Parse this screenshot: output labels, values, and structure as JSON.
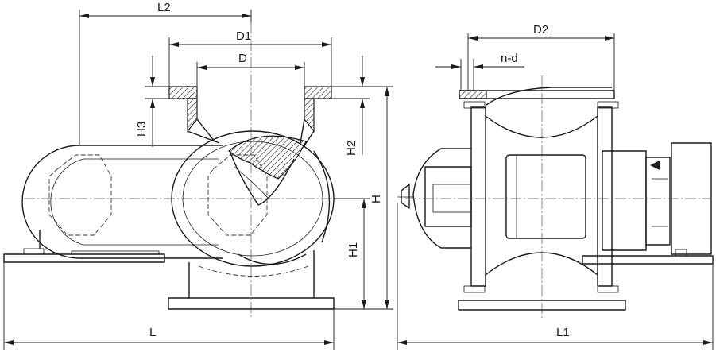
{
  "dimensions": {
    "L2": "L2",
    "D1": "D1",
    "D": "D",
    "H3": "H3",
    "H2": "H2",
    "H": "H",
    "H1": "H1",
    "L": "L",
    "D2": "D2",
    "nd": "n-d",
    "L1": "L1"
  }
}
